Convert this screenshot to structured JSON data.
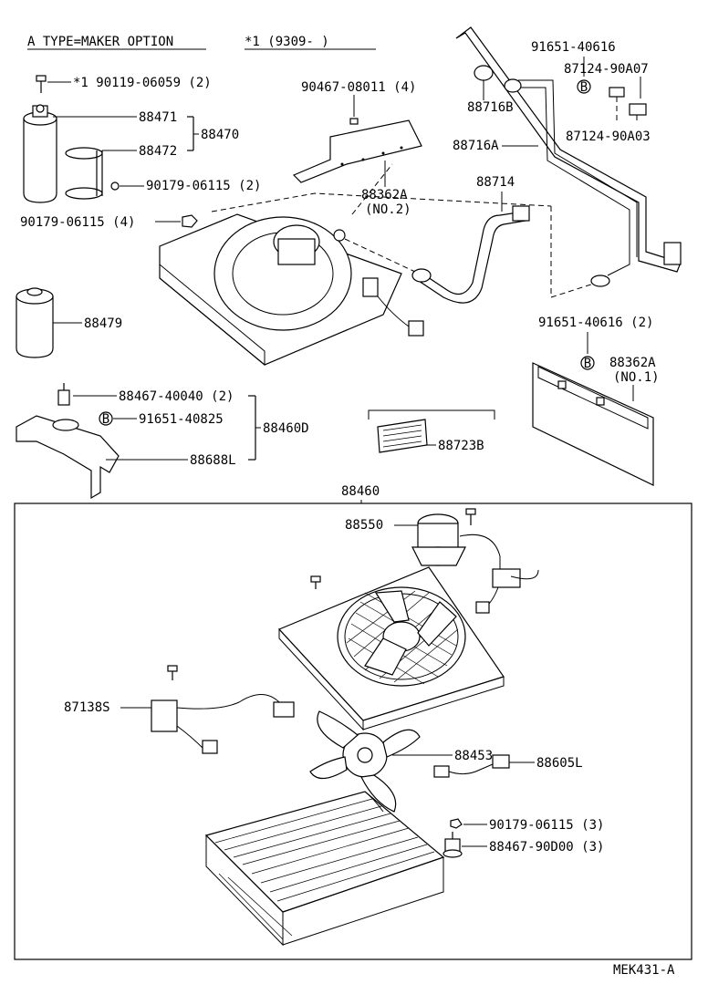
{
  "header": {
    "type_note": "A TYPE=MAKER OPTION",
    "date_note": "*1 (9309-     )"
  },
  "footer": {
    "diagram_code": "MEK431-A"
  },
  "labels": {
    "screw_top": "*1 90119-06059 (2)",
    "p88471": "88471",
    "p88472": "88472",
    "p88470": "88470",
    "p90179_2": "90179-06115 (2)",
    "p90179_4": "90179-06115 (4)",
    "p88479": "88479",
    "p90467": "90467-08011 (4)",
    "p88362a_no2_a": "88362A",
    "p88362a_no2_b": "(NO.2)",
    "p88716b": "88716B",
    "p88716a": "88716A",
    "p88714": "88714",
    "p91651_top": "91651-40616",
    "p87124_a07": "87124-90A07",
    "p87124_a03": "87124-90A03",
    "p91651_2": "91651-40616 (2)",
    "p88362a_no1_a": "88362A",
    "p88362a_no1_b": "(NO.1)",
    "p88467_40040": "88467-40040 (2)",
    "p91651_40825": "91651-40825",
    "p88460d": "88460D",
    "p88688l": "88688L",
    "p88723b": "88723B",
    "p88460": "88460",
    "p88550": "88550",
    "p87138s": "87138S",
    "p88605l": "88605L",
    "p88453": "88453",
    "p90179_3": "90179-06115 (3)",
    "p88467_90d00": "88467-90D00 (3)"
  },
  "callout_glyphs": {
    "B": "B",
    "star": "*"
  }
}
